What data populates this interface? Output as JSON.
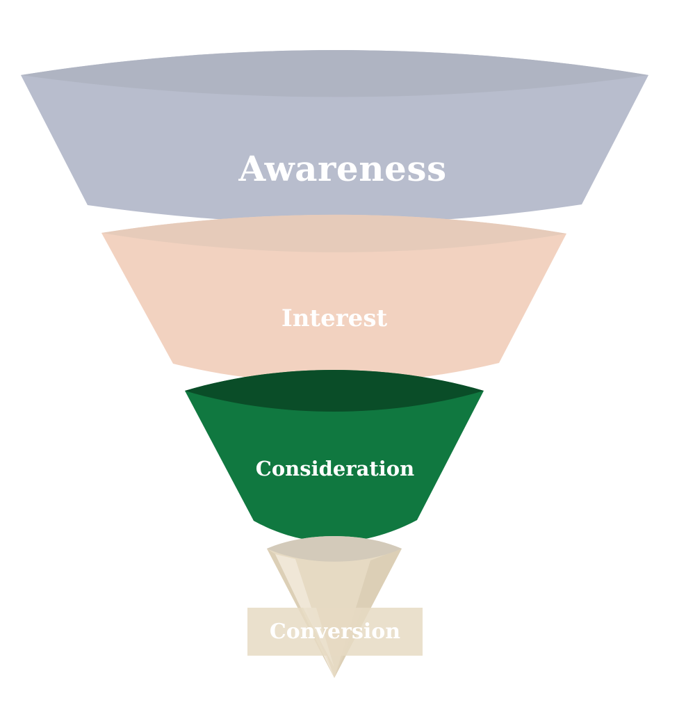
{
  "diagram": {
    "type": "sales-funnel",
    "stages": [
      {
        "label": "Awareness",
        "colors": {
          "rim": "#AFB4C2",
          "body": "#B8BDCD",
          "text": "#FFFFFF"
        }
      },
      {
        "label": "Interest",
        "colors": {
          "rim": "#E6CBBA",
          "body": "#F2D2C0",
          "text": "#FDF7F2"
        }
      },
      {
        "label": "Consideration",
        "colors": {
          "rim": "#0A4D28",
          "body": "#107840",
          "text": "#FFFFFF"
        }
      },
      {
        "label": "Conversion",
        "colors": {
          "rim": "#D3CABA",
          "body": "#E6DAC3",
          "highlight": "#F0E7D7",
          "edge": "#DCCFB6",
          "label_box": "#E6DAC3",
          "text": "#FFFFFF"
        }
      }
    ]
  }
}
